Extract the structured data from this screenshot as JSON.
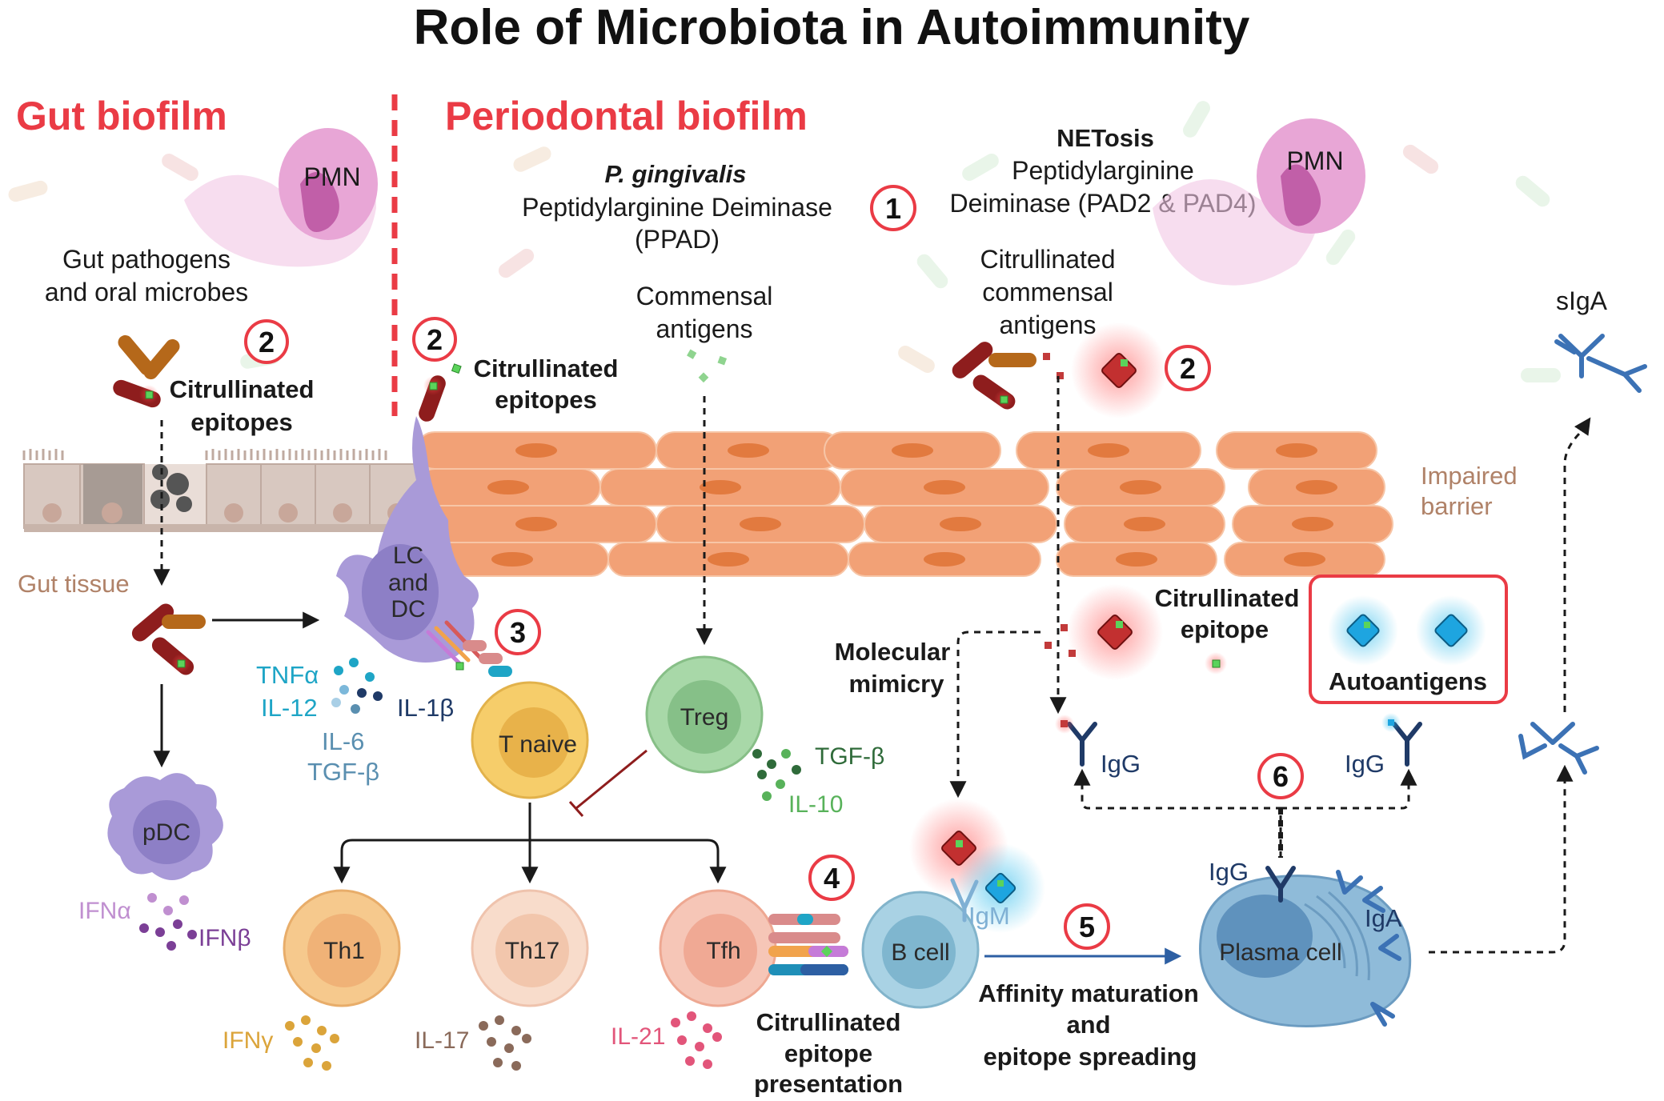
{
  "title": "Role of Microbiota in Autoimmunity",
  "sections": {
    "gut": "Gut biofilm",
    "periodontal": "Periodontal biofilm"
  },
  "labels": {
    "pmn": "PMN",
    "gut_pathogens_1": "Gut pathogens",
    "gut_pathogens_2": "and oral microbes",
    "citrullinated_epitopes_1": "Citrullinated",
    "citrullinated_epitopes_2": "epitopes",
    "pg_italic": "P. gingivalis",
    "ppad_1": "Peptidylarginine Deiminase",
    "ppad_2": "(PPAD)",
    "netosis": "NETosis",
    "pad_1": "Peptidylarginine",
    "pad_2": "Deiminase (PAD2 & PAD4)",
    "commensal_1": "Commensal",
    "commensal_2": "antigens",
    "cit_commensal_1": "Citrullinated",
    "cit_commensal_2": "commensal",
    "cit_commensal_3": "antigens",
    "siga": "sIgA",
    "impaired_1": "Impaired",
    "impaired_2": "barrier",
    "gut_tissue": "Gut tissue",
    "lc_dc_1": "LC",
    "lc_dc_2": "and",
    "lc_dc_3": "DC",
    "tnfa": "TNFα",
    "il12": "IL-12",
    "il1b": "IL-1β",
    "il6": "IL-6",
    "tgfb_left": "TGF-β",
    "tnaive": "T naive",
    "treg": "Treg",
    "tgfb_right": "TGF-β",
    "il10": "IL-10",
    "molecular_1": "Molecular",
    "molecular_2": "mimicry",
    "cit_epitope_1": "Citrullinated",
    "cit_epitope_2": "epitope",
    "autoantigens": "Autoantigens",
    "igg_left": "IgG",
    "igg_right": "IgG",
    "igg_plasma": "IgG",
    "iga": "IgA",
    "igm": "IgM",
    "pdc": "pDC",
    "ifna": "IFNα",
    "ifnb": "IFNβ",
    "th1": "Th1",
    "th17": "Th17",
    "tfh": "Tfh",
    "bcell": "B cell",
    "plasma": "Plasma cell",
    "ifng": "IFNγ",
    "il17": "IL-17",
    "il21": "IL-21",
    "cit_pres_1": "Citrullinated",
    "cit_pres_2": "epitope",
    "cit_pres_3": "presentation",
    "affinity_1": "Affinity maturation",
    "affinity_2": "and",
    "affinity_3": "epitope spreading"
  },
  "steps": {
    "s1": "1",
    "s2a": "2",
    "s2b": "2",
    "s2c": "2",
    "s3": "3",
    "s4": "4",
    "s5": "5",
    "s6": "6"
  },
  "colors": {
    "accent_red": "#ea3b45",
    "epithelium": "#f2a176",
    "epithelium_core": "#e27a3f",
    "dc": "#a99ad8",
    "tnaive": "#f6cd6a",
    "treg": "#a8d8a8",
    "th1": "#f6c98d",
    "th17": "#f5cdb6",
    "tfh": "#f4b8a6",
    "bcell": "#a9d2e4",
    "plasma": "#8fbbd9",
    "pmn": "#e8a6d6",
    "antibody": "#3c72b5"
  }
}
